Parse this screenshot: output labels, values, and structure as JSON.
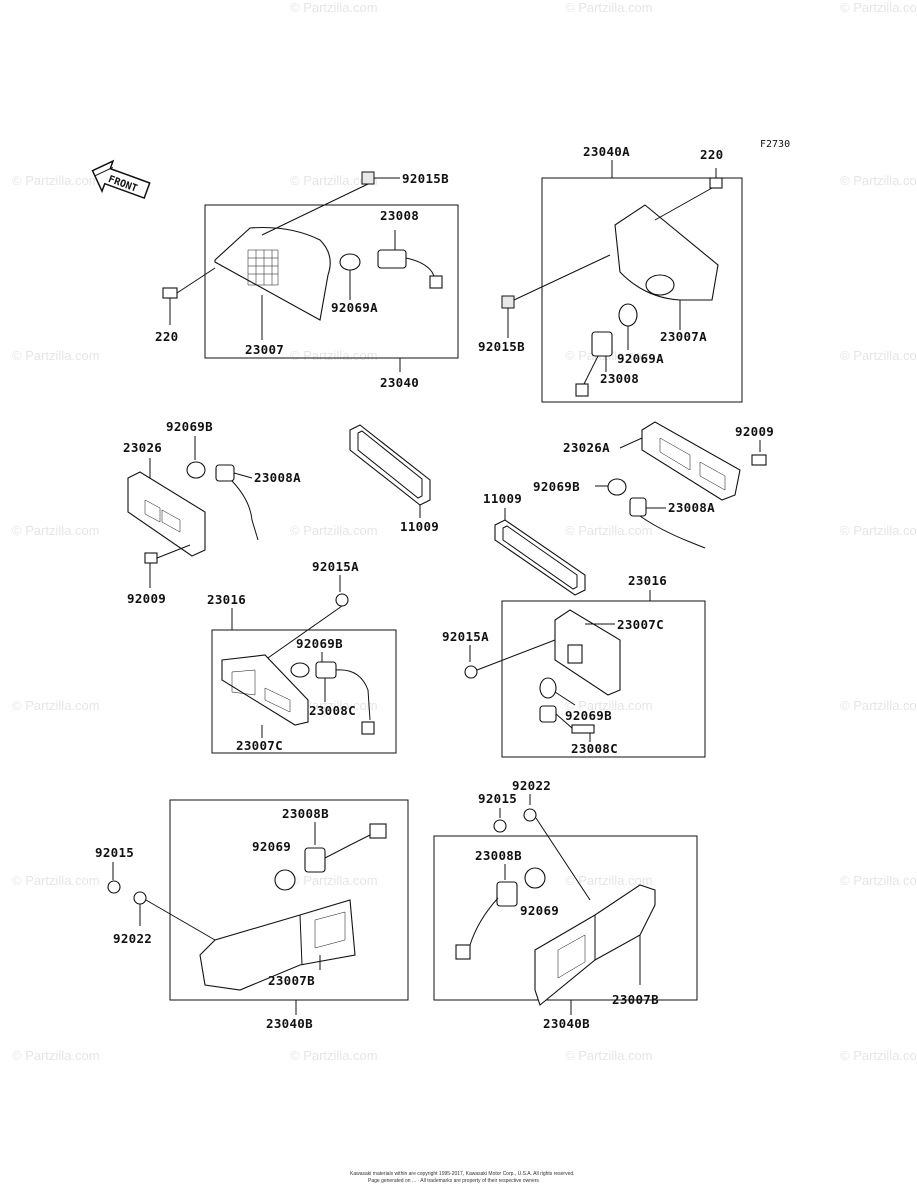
{
  "figure_id": "F2730",
  "front_label": "FRONT",
  "watermark": "© Partzilla.com",
  "copyright_line1": "Kawasaki materials within are copyright 1995-2017, Kawasaki Motor Corp., U.S.A. All rights reserved.",
  "copyright_line2": "Page generated on ... · All trademarks are property of their respective owners",
  "labels": {
    "p92015B_a": "92015B",
    "p23008_a": "23008",
    "p92069A_a": "92069A",
    "p220_a": "220",
    "p23007": "23007",
    "p23040": "23040",
    "p23040A": "23040A",
    "p220_b": "220",
    "p92015B_b": "92015B",
    "p23007A": "23007A",
    "p92069A_b": "92069A",
    "p23008_b": "23008",
    "p92069B_a": "92069B",
    "p23026": "23026",
    "p23008A_a": "23008A",
    "p92009_a": "92009",
    "p11009_a": "11009",
    "p23026A": "23026A",
    "p92009_b": "92009",
    "p92069B_b": "92069B",
    "p23008A_b": "23008A",
    "p11009_b": "11009",
    "p92015A_a": "92015A",
    "p23016_a": "23016",
    "p92069B_c": "92069B",
    "p23008C_a": "23008C",
    "p23007C_a": "23007C",
    "p23016_b": "23016",
    "p23007C_b": "23007C",
    "p92015A_b": "92015A",
    "p92069B_d": "92069B",
    "p23008C_b": "23008C",
    "p92015_a": "92015",
    "p92022_a": "92022",
    "p23008B_a": "23008B",
    "p92069_a": "92069",
    "p92015_b": "92015",
    "p92022_b": "92022",
    "p23007B_a": "23007B",
    "p23040B_a": "23040B",
    "p23008B_b": "23008B",
    "p92069_b": "92069",
    "p23007B_b": "23007B",
    "p23040B_b": "23040B"
  }
}
